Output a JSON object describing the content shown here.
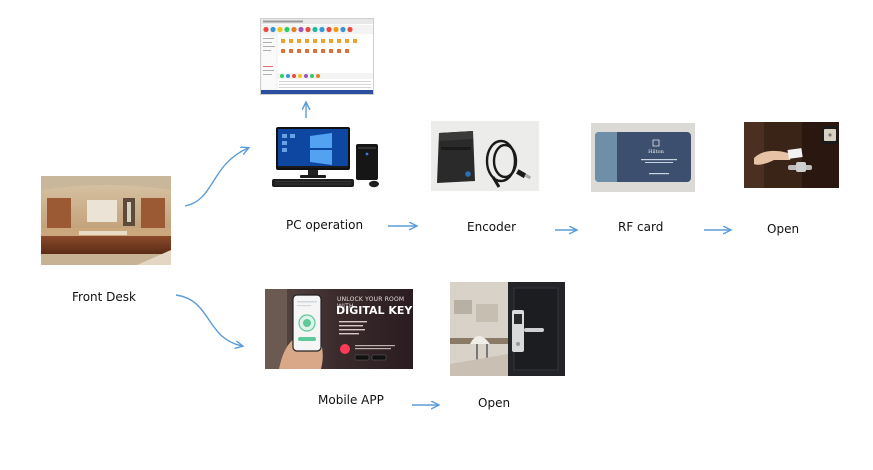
{
  "labels": {
    "front_desk": "Front Desk",
    "pc_operation": "PC operation",
    "encoder": "Encoder",
    "rf_card": "RF card",
    "open_top": "Open",
    "mobile_app": "Mobile APP",
    "open_bottom": "Open"
  },
  "app_ad": {
    "line1": "UNLOCK YOUR ROOM WITH",
    "line2": "DIGITAL KEY"
  },
  "card": {
    "brand": "Hilton"
  },
  "colors": {
    "arrow": "#5b9bd5"
  }
}
